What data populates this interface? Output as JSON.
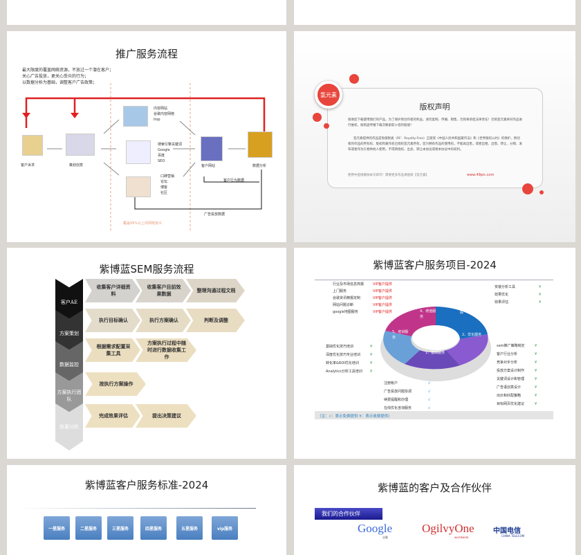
{
  "slide_promo": {
    "title": "推广服务流程",
    "intro": [
      "最大限度的覆盖网络资源，不放过一个潜在客户；",
      "关心广告投放，更关心受众的行为；",
      "以数据分析为基础，调整客户广告政策；"
    ],
    "nodes": {
      "client": "客户诉求",
      "planning": "策划创意",
      "content": [
        "内容网站",
        "谷歌内容网络",
        "itop"
      ],
      "search": [
        "搜索引擎关键词",
        "Google",
        "百度",
        "SEO"
      ],
      "wom": [
        "口碑营销",
        "论坛",
        "博客",
        "社区"
      ],
      "site": "客户网站",
      "analysis": "数据分析",
      "behavior": "客户行为数据",
      "ad_data": "广告投放数据",
      "coverage": "覆盖99%以上的网络受众"
    }
  },
  "slide_copyright": {
    "badge": "氢元素",
    "title": "版权声明",
    "p1": "感谢您下载使用我们的产品，为了保护原创作者的利益，请勿复制、传播、销售，否则将承担法律责任！否则氢元素将对作品进行维权，按照盗传播下载次数索取十倍的赔偿！",
    "p2": "氢元素提供的作品是免版税类（RF：Royalty-Free）正版受《中国人民共和国著作法》和《世界版权公约》的保护，原创者的作品的所有权、版权和著作权已授权氢元素所有，您只拥有作品的使用权，不能再出售，或者出租、出借、转让、分销、发布或者作为礼物供他人使用，不得转授权、出卖、转让本协议或者本协议中的权利。",
    "footer": "使用中直接删除本页即可！需要更多作品请搜索【氢元素】",
    "url": "www.49pic.com"
  },
  "slide_sem": {
    "title": "紫博蓝SEM服务流程",
    "stages": [
      {
        "label": "客户AE",
        "steps": [
          "收集客户详细资料",
          "收集客户目前效果数据",
          "整理沟通过程文档"
        ]
      },
      {
        "label": "方案策划",
        "steps": [
          "执行目标确认",
          "执行方案确认",
          "判断及调整"
        ]
      },
      {
        "label": "数据监控",
        "steps": [
          "根据需求配置采集工具",
          "方案执行过程中随时进行数据收集工作"
        ]
      },
      {
        "label": "方案执行团队",
        "steps": [
          "按执行方案操作"
        ]
      },
      {
        "label": "效果分析",
        "steps": [
          "完成效果评估",
          "提出决策建议"
        ]
      }
    ]
  },
  "slide_items": {
    "title": "紫博蓝客户服务项目-2024",
    "ring": [
      "1、基础服务",
      "2、优化服务",
      "3、效果跟踪",
      "4、增值服务",
      "5、培训服务"
    ],
    "vip": [
      {
        "name": "行业及市场信息简报",
        "tag": "VIP客户提供"
      },
      {
        "name": "上门服务",
        "tag": "VIP客户提供"
      },
      {
        "name": "谷歌资讯精报定制",
        "tag": "VIP客户提供"
      },
      {
        "name": "网站问题诊断",
        "tag": "VIP客户提供"
      },
      {
        "name": "google地图服务",
        "tag": "VIP客户提供"
      }
    ],
    "tracking": [
      "安装分析工具",
      "效果优化",
      "效果评估"
    ],
    "training": [
      "基础优化技巧培训",
      "深度优化技巧专业培训",
      "转化率&ROI优化培训",
      "Analytics分析工具培训"
    ],
    "optimize": [
      "sem推广策略制定",
      "客户行业分析",
      "竞争对手分析",
      "投放方案设计制作",
      "关键词设计和管理",
      "广告语创意设计",
      "出价和匹配策略",
      "目标网页优化建议"
    ],
    "basic": [
      "注册帐户",
      "广告投放问题协调",
      "续费提醒和办理",
      "在线优化咨询服务"
    ],
    "free_mark": "√",
    "paid_mark": "¥",
    "note": "（注：√：表示免费提供 ¥：表示收费提供）"
  },
  "slide_standard": {
    "title": "紫博蓝客户服务标准-2024",
    "levels": [
      "一星服务",
      "二星服务",
      "三星服务",
      "四星服务",
      "五星服务",
      "vip服务"
    ]
  },
  "slide_partners": {
    "title": "紫博蓝的客户及合作伙伴",
    "tag": "我们的合作伙伴",
    "logos": [
      "Google",
      "OgilvyOne",
      "中国电信"
    ],
    "logo_sub": [
      "谷歌",
      "worldwide",
      "CHINA TELECOM"
    ]
  },
  "watermark": "氢元素",
  "colors": {
    "red": "#e02020",
    "accent_red": "#e8453c",
    "ring_blue": "#1a6fc0",
    "ring_purple": "#8a5ad0",
    "ring_pink": "#c0358a",
    "ring_light": "#6aa0d8",
    "ring_violet": "#6a4ab8"
  }
}
